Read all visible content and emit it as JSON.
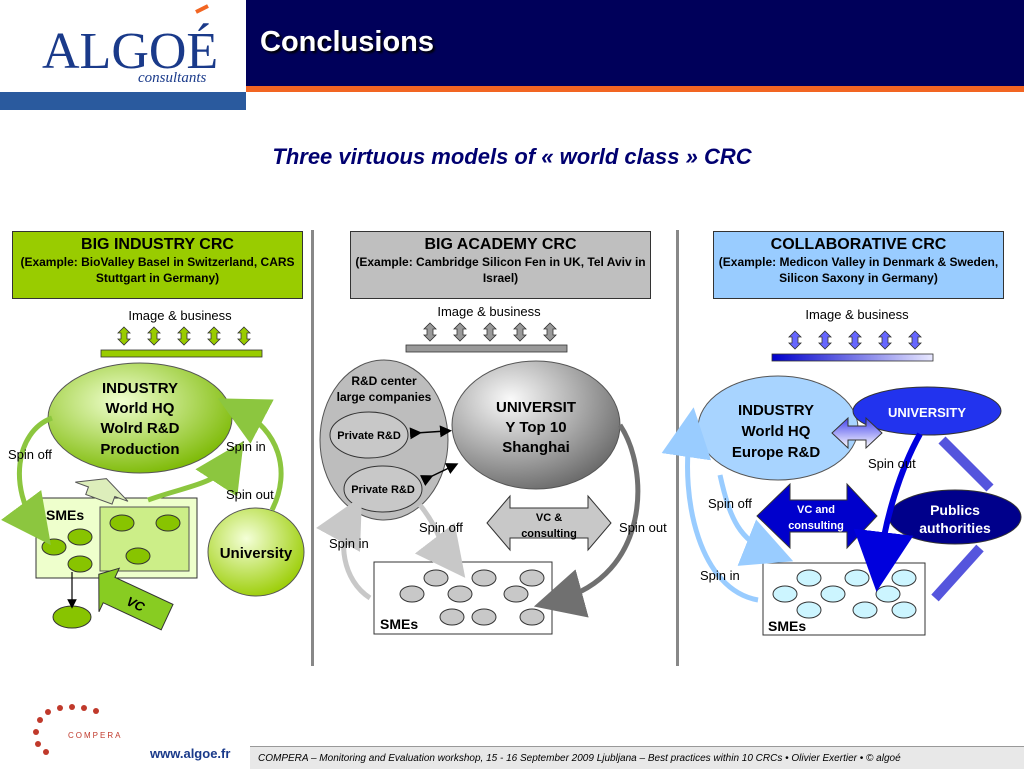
{
  "logo": {
    "brand": "ALGOÉ",
    "tagline": "consultants"
  },
  "header": {
    "title": "Conclusions"
  },
  "subtitle": "Three virtuous models of « world class » CRC",
  "models": {
    "industry": {
      "title": "BIG INDUSTRY CRC",
      "example": "(Example: BioValley Basel in Switzerland, CARS Stuttgart in Germany)",
      "image_business": "Image & business",
      "core": [
        "INDUSTRY",
        "World HQ",
        "Wolrd R&D",
        "Production"
      ],
      "smes": "SMEs",
      "university": "University",
      "spin_off": "Spin off",
      "spin_in": "Spin in",
      "spin_out": "Spin out",
      "vc": "VC"
    },
    "academy": {
      "title": "BIG ACADEMY CRC",
      "example": "(Example: Cambridge Silicon Fen in UK, Tel Aviv in Israel)",
      "image_business": "Image & business",
      "rd_center": [
        "R&D center",
        "large companies"
      ],
      "private_rd_1": "Private R&D",
      "private_rd_2": "Private R&D",
      "university": [
        "UNIVERSIT",
        "Y Top 10",
        "Shanghai"
      ],
      "vc": [
        "VC &",
        "consulting"
      ],
      "spin_off": "Spin off",
      "spin_out": "Spin out",
      "spin_in": "Spin in",
      "smes": "SMEs"
    },
    "collaborative": {
      "title": "COLLABORATIVE CRC",
      "example": "(Example: Medicon Valley in Denmark & Sweden, Silicon Saxony in Germany)",
      "image_business": "Image & business",
      "industry": [
        "INDUSTRY",
        "World HQ",
        "Europe R&D"
      ],
      "university": "UNIVERSITY",
      "vc": [
        "VC and",
        "consulting"
      ],
      "publics": [
        "Publics",
        "authorities"
      ],
      "spin_out": "Spin out",
      "spin_off": "Spin off",
      "spin_in": "Spin in",
      "smes": "SMEs"
    }
  },
  "footer": {
    "brand": "COMPERA",
    "url": "www.algoe.fr",
    "text": "COMPERA – Monitoring and Evaluation workshop, 15 - 16 September 2009 Ljubljana – Best practices within 10 CRCs • Olivier Exertier • © algoé"
  },
  "colors": {
    "navy": "#00005a",
    "orange": "#f26522",
    "green": "#99cc00",
    "grey": "#bfbfbf",
    "blue": "#99ccff"
  }
}
